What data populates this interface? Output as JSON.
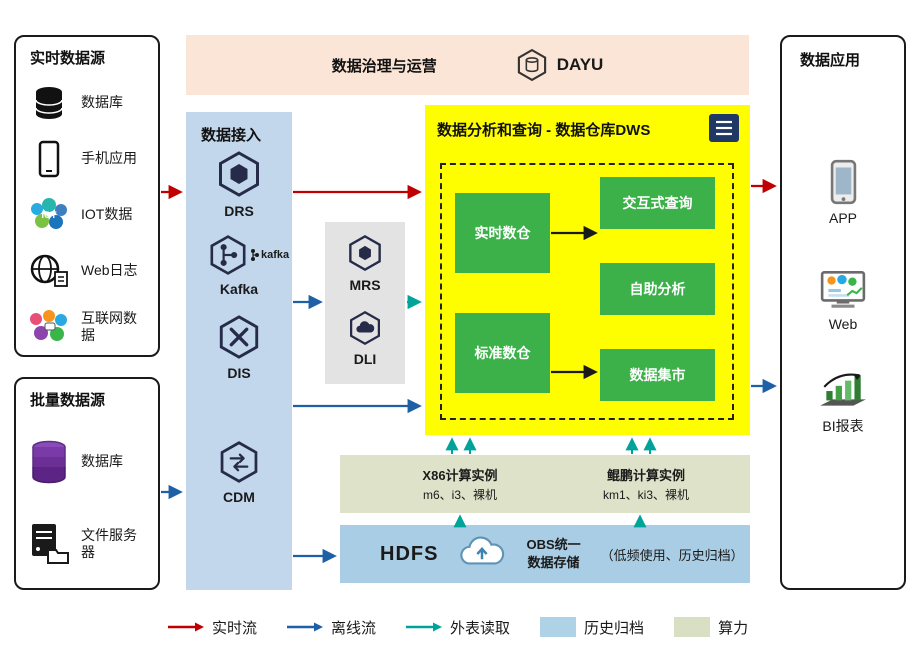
{
  "colors": {
    "realtime_flow": "#c00000",
    "offline_flow": "#1f5fa6",
    "external_table_read": "#00a39a",
    "history_archive_fill": "#a9cde5",
    "compute_fill": "#dde2c8",
    "warehouse_fill": "#fffe00",
    "green_module": "#3cb14a",
    "access_fill": "#c3d7ec",
    "governance_fill": "#fbe5d6"
  },
  "realtime_sources": {
    "title": "实时数据源",
    "items": [
      {
        "label": "数据库",
        "icon": "database-icon"
      },
      {
        "label": "手机应用",
        "icon": "mobile-phone-icon"
      },
      {
        "label": "IOT数据",
        "icon": "iot-icon"
      },
      {
        "label": "Web日志",
        "icon": "web-log-icon"
      },
      {
        "label": "互联网数据",
        "icon": "internet-data-icon"
      }
    ]
  },
  "batch_sources": {
    "title": "批量数据源",
    "items": [
      {
        "label": "数据库",
        "icon": "database-stack-icon"
      },
      {
        "label": "文件服务器",
        "icon": "file-server-icon"
      }
    ]
  },
  "governance": {
    "title": "数据治理与运营",
    "product": "DAYU"
  },
  "data_access": {
    "title": "数据接入",
    "services": [
      {
        "name": "DRS"
      },
      {
        "name": "Kafka",
        "wordmark": "kafka"
      },
      {
        "name": "DIS"
      },
      {
        "name": "CDM"
      }
    ]
  },
  "processing": {
    "services": [
      {
        "name": "MRS"
      },
      {
        "name": "DLI"
      }
    ]
  },
  "warehouse": {
    "title": "数据分析和查询 - 数据仓库DWS",
    "storage_modules": [
      "实时数仓",
      "标准数仓"
    ],
    "analysis_modules": [
      "交互式查询",
      "自助分析",
      "数据集市"
    ]
  },
  "compute": {
    "x86": {
      "title": "X86计算实例",
      "instances": "m6、i3、裸机"
    },
    "kunpeng": {
      "title": "鲲鹏计算实例",
      "instances": "km1、ki3、裸机"
    }
  },
  "storage": {
    "hdfs": "HDFS",
    "obs_line1": "OBS统一",
    "obs_line2": "数据存储",
    "note": "（低频使用、历史归档）"
  },
  "applications": {
    "title": "数据应用",
    "items": [
      {
        "label": "APP",
        "icon": "app-icon"
      },
      {
        "label": "Web",
        "icon": "web-browser-icon"
      },
      {
        "label": "BI报表",
        "icon": "bi-report-icon"
      }
    ]
  },
  "legend": {
    "realtime": "实时流",
    "offline": "离线流",
    "external": "外表读取",
    "archive": "历史归档",
    "compute": "算力"
  }
}
